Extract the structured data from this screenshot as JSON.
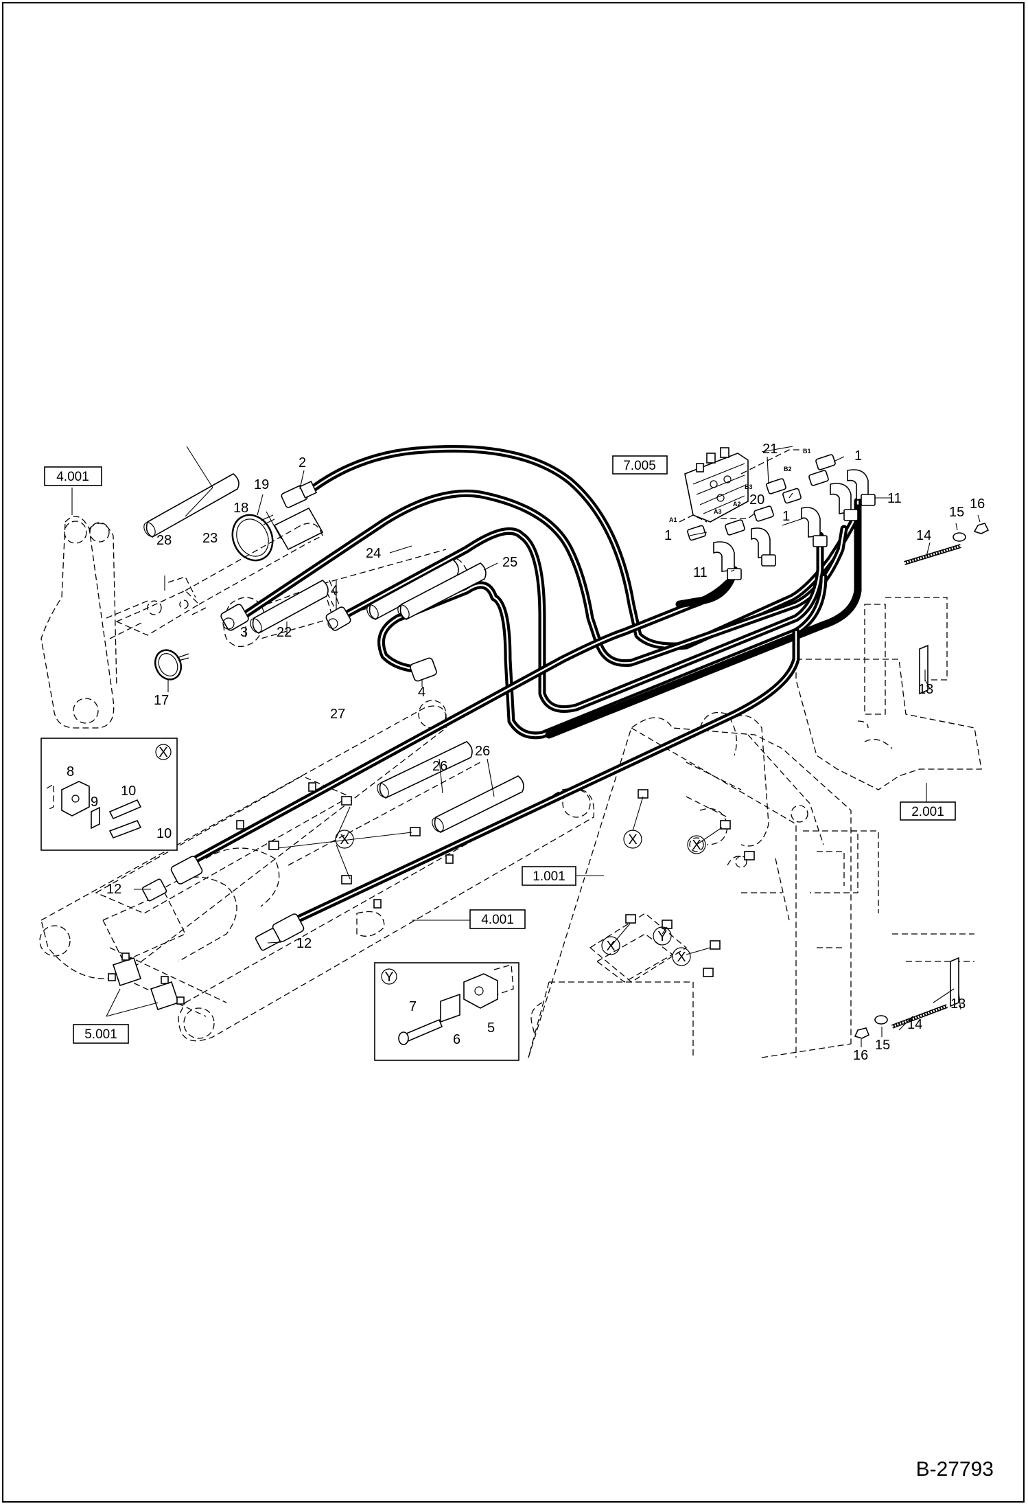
{
  "drawing_code": "B-27793",
  "detail_marks": {
    "x": "X",
    "y": "Y"
  },
  "reference_boxes": [
    "4.001",
    "7.005",
    "2.001",
    "1.001",
    "4.001",
    "5.001"
  ],
  "port_labels": [
    "B1",
    "B2",
    "B3",
    "A1",
    "A2",
    "A3"
  ],
  "callouts": {
    "c1a": "1",
    "c1b": "1",
    "c1c": "1",
    "c2": "2",
    "c3": "3",
    "c4a": "4",
    "c4b": "4",
    "c5": "5",
    "c6": "6",
    "c7": "7",
    "c8": "8",
    "c9": "9",
    "c10a": "10",
    "c10b": "10",
    "c11a": "11",
    "c11b": "11",
    "c12a": "12",
    "c12b": "12",
    "c13a": "13",
    "c13b": "13",
    "c14a": "14",
    "c14b": "14",
    "c15a": "15",
    "c15b": "15",
    "c16a": "16",
    "c16b": "16",
    "c17": "17",
    "c18": "18",
    "c19": "19",
    "c20": "20",
    "c21": "21",
    "c22": "22",
    "c23": "23",
    "c24": "24",
    "c25": "25",
    "c26a": "26",
    "c26b": "26",
    "c27": "27",
    "c28": "28"
  }
}
